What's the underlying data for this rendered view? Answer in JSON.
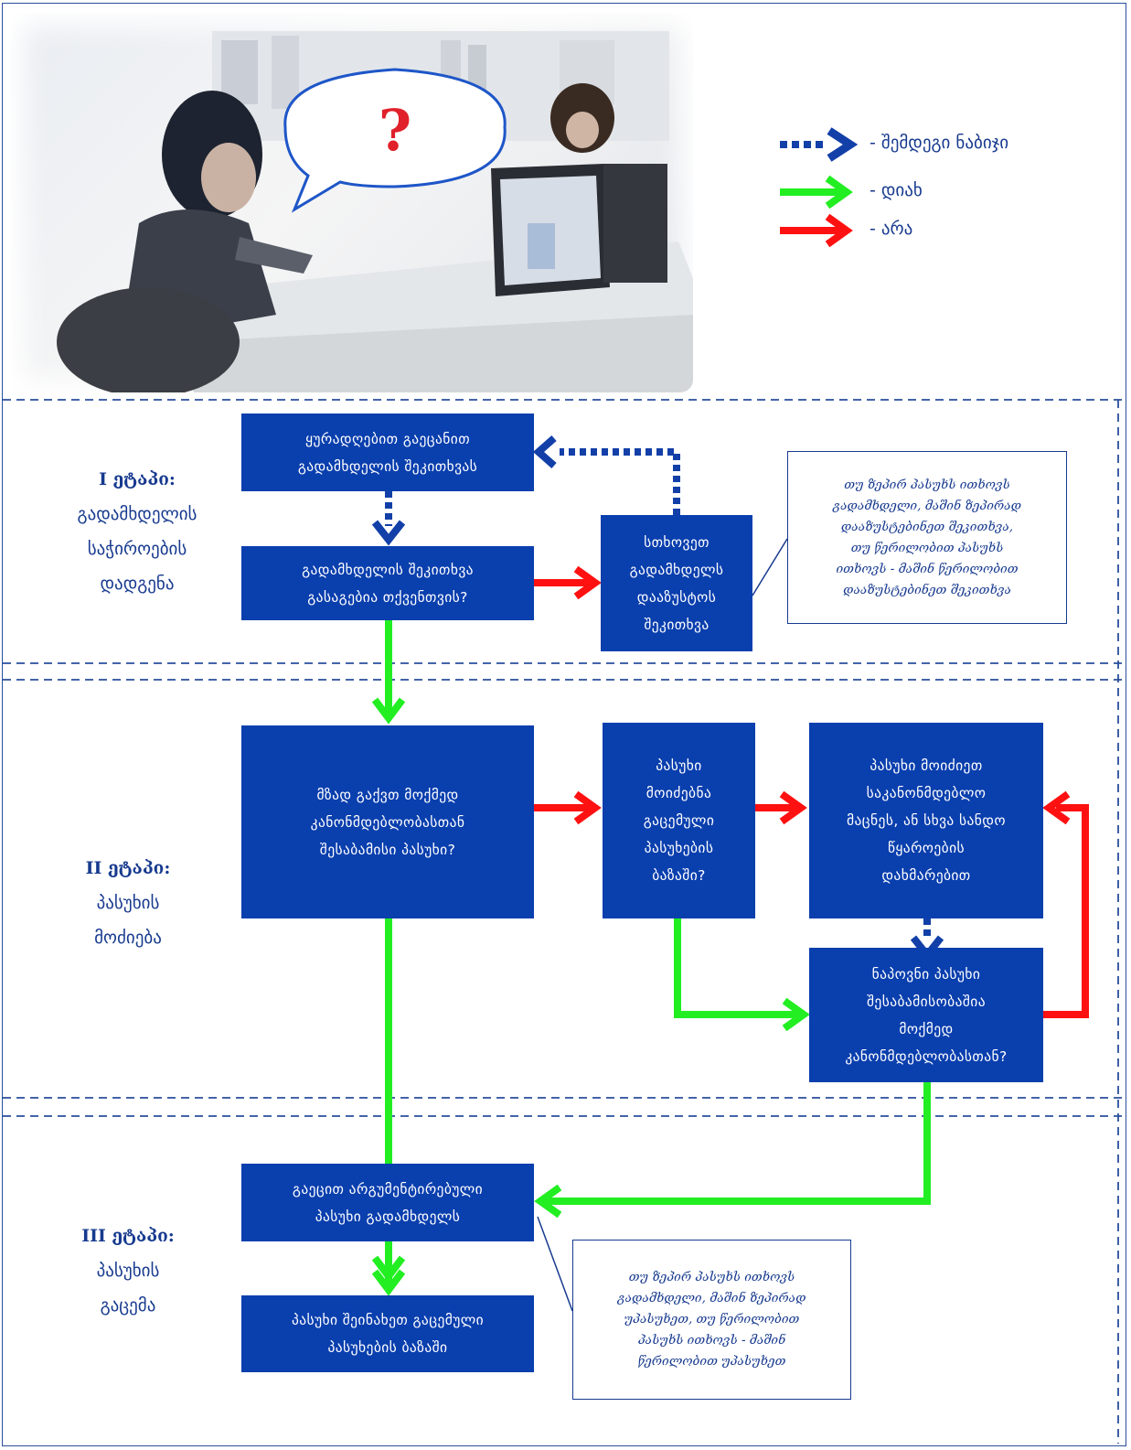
{
  "photo": {
    "bubble_text": "?"
  },
  "legend": [
    {
      "label": "- შემდეგი ნაბიჯი",
      "icon": "dotted-blue-arrow-icon",
      "color": "#1240a8"
    },
    {
      "label": "- დიახ",
      "icon": "green-arrow-icon",
      "color": "#22ee22"
    },
    {
      "label": "- არა",
      "icon": "red-arrow-icon",
      "color": "#ff1111"
    }
  ],
  "stages": [
    {
      "title": "I ეტაპი:",
      "subtitle": "გადამხდელის\nსაჭიროების\nდადგენა"
    },
    {
      "title": "II ეტაპი:",
      "subtitle": "პასუხის\nმოძიება"
    },
    {
      "title": "III ეტაპი:",
      "subtitle": "პასუხის\nგაცემა"
    }
  ],
  "boxes": {
    "listen": "ყურადღებით გაეცანით\nგადამხდელის შეკითხვას",
    "understood": "გადამხდელის შეკითხვა\nგასაგებია თქვენთვის?",
    "ask_clarify": "სთხოვეთ\nგადამხდელს\nდააზუსტოს\nშეკითხვა",
    "ready_answer": "მზად გაქვთ მოქმედ\nკანონმდებლობასთან\nშესაბამისი პასუხი?",
    "found_db": "პასუხი\nმოიძებნა\nგაცემული\nპასუხების\nბაზაში?",
    "search_sources": "პასუხი მოიძიეთ\nსაკანონმდებლო\nმაცნეს, ან სხვა სანდო\nწყაროების\nდახმარებით",
    "matches_law": "ნაპოვნი პასუხი\nშესაბამისობაშია\nმოქმედ\nკანონმდებლობასთან?",
    "give_answer": "გაეცით არგუმენტირებული\nპასუხი გადამხდელს",
    "save_answer": "პასუხი შეინახეთ გაცემული\nპასუხების ბაზაში"
  },
  "notes": {
    "clarify_note": "თუ ზეპირ პასუხს ითხოვს\nგადამხდელი, მაშინ ზეპირად\nდააზუსტებინეთ შეკითხვა,\nთუ წერილობით პასუხს\nითხოვს - მაშინ წერილობით\nდააზუსტებინეთ შეკითხვა",
    "answer_note": "თუ ზეპირ პასუხს ითხოვს\nგადამხდელი, მაშინ ზეპირად\nუპასუხეთ, თუ წერილობით\nპასუხს ითხოვს - მაშინ\nწერილობით უპასუხეთ"
  },
  "colors": {
    "box": "#0a3fae",
    "yes": "#22ee22",
    "no": "#ff1111",
    "next": "#1240a8",
    "divider": "#2a4f9c"
  }
}
